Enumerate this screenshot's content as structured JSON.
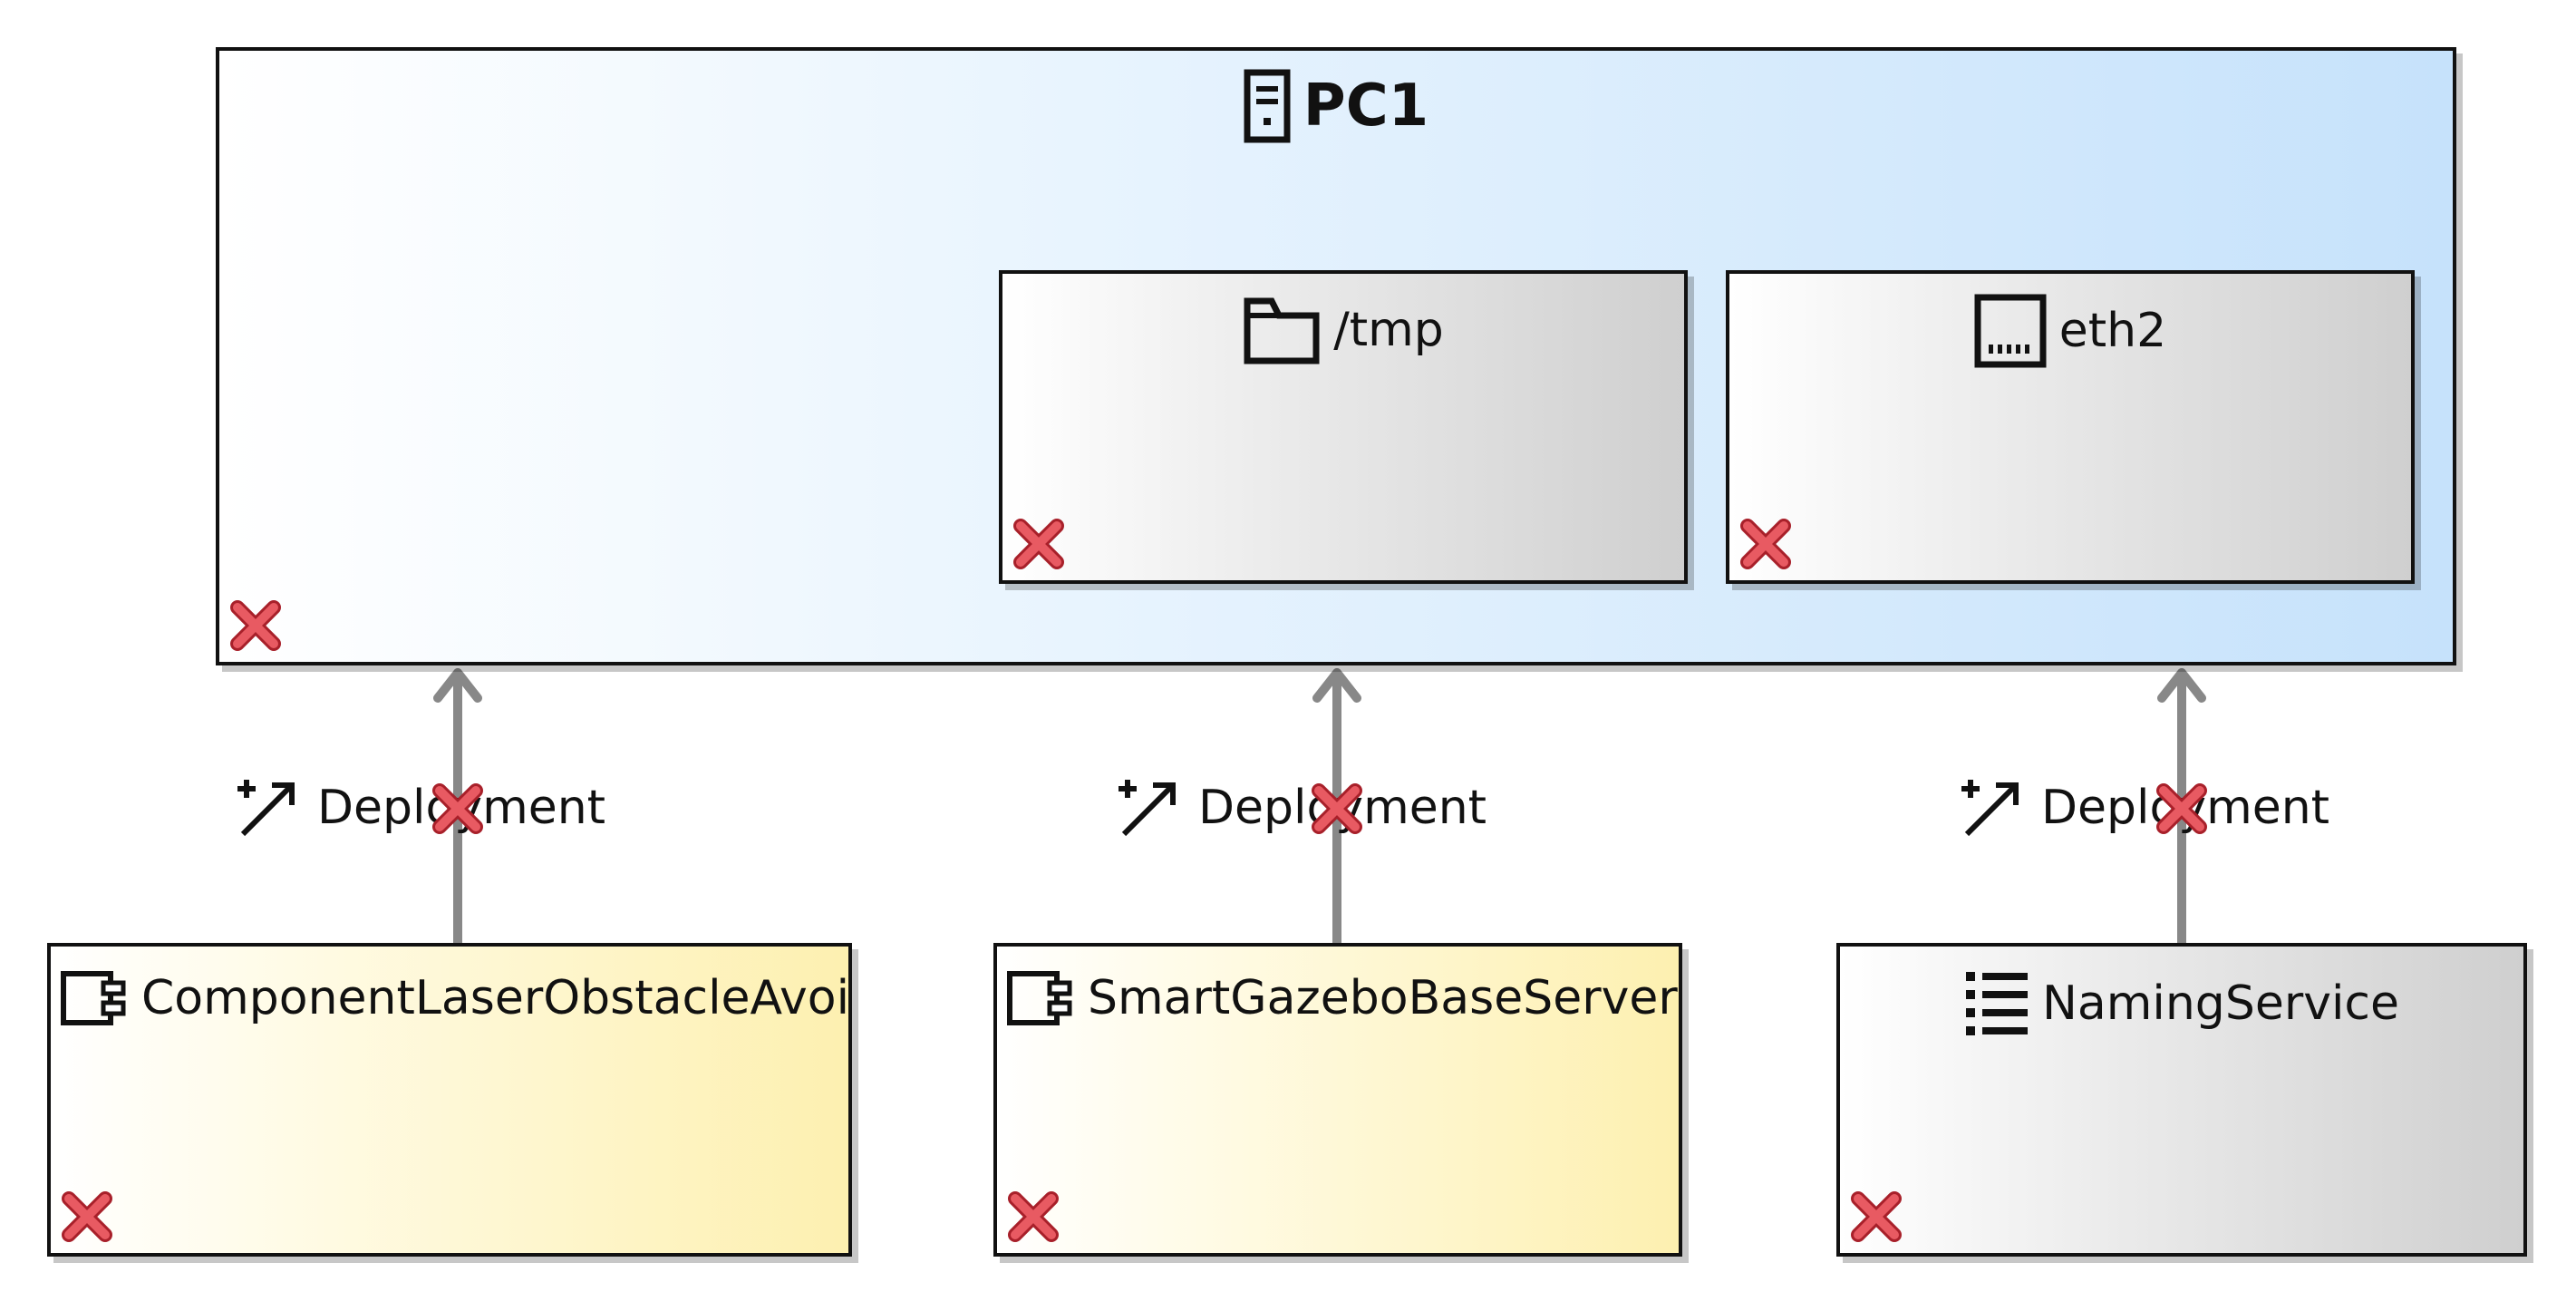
{
  "nodes": {
    "pc1": {
      "name": "PC1",
      "icon": "server-icon"
    },
    "tmp": {
      "name": "/tmp",
      "icon": "folder-icon"
    },
    "eth2": {
      "name": "eth2",
      "icon": "network-port-icon"
    },
    "laser": {
      "name": "ComponentLaserObstacleAvoid",
      "icon": "component-icon"
    },
    "gazebo": {
      "name": "SmartGazeboBaseServer",
      "icon": "component-icon"
    },
    "naming": {
      "name": "NamingService",
      "icon": "list-icon"
    }
  },
  "edges": [
    {
      "label": "Deployment",
      "from": "ComponentLaserObstacleAvoid",
      "to": "PC1",
      "icon": "deployment-icon"
    },
    {
      "label": "Deployment",
      "from": "SmartGazeboBaseServer",
      "to": "PC1",
      "icon": "deployment-icon"
    },
    {
      "label": "Deployment",
      "from": "NamingService",
      "to": "PC1",
      "icon": "deployment-icon"
    }
  ],
  "colors": {
    "error_marker": "#e0404a",
    "connector": "#888888",
    "device_fill": "#c6e2fb",
    "artifact_fill": "#cfcfcf",
    "component_fill": "#fdf0b0"
  },
  "error_marker_icon": "error-x-icon"
}
